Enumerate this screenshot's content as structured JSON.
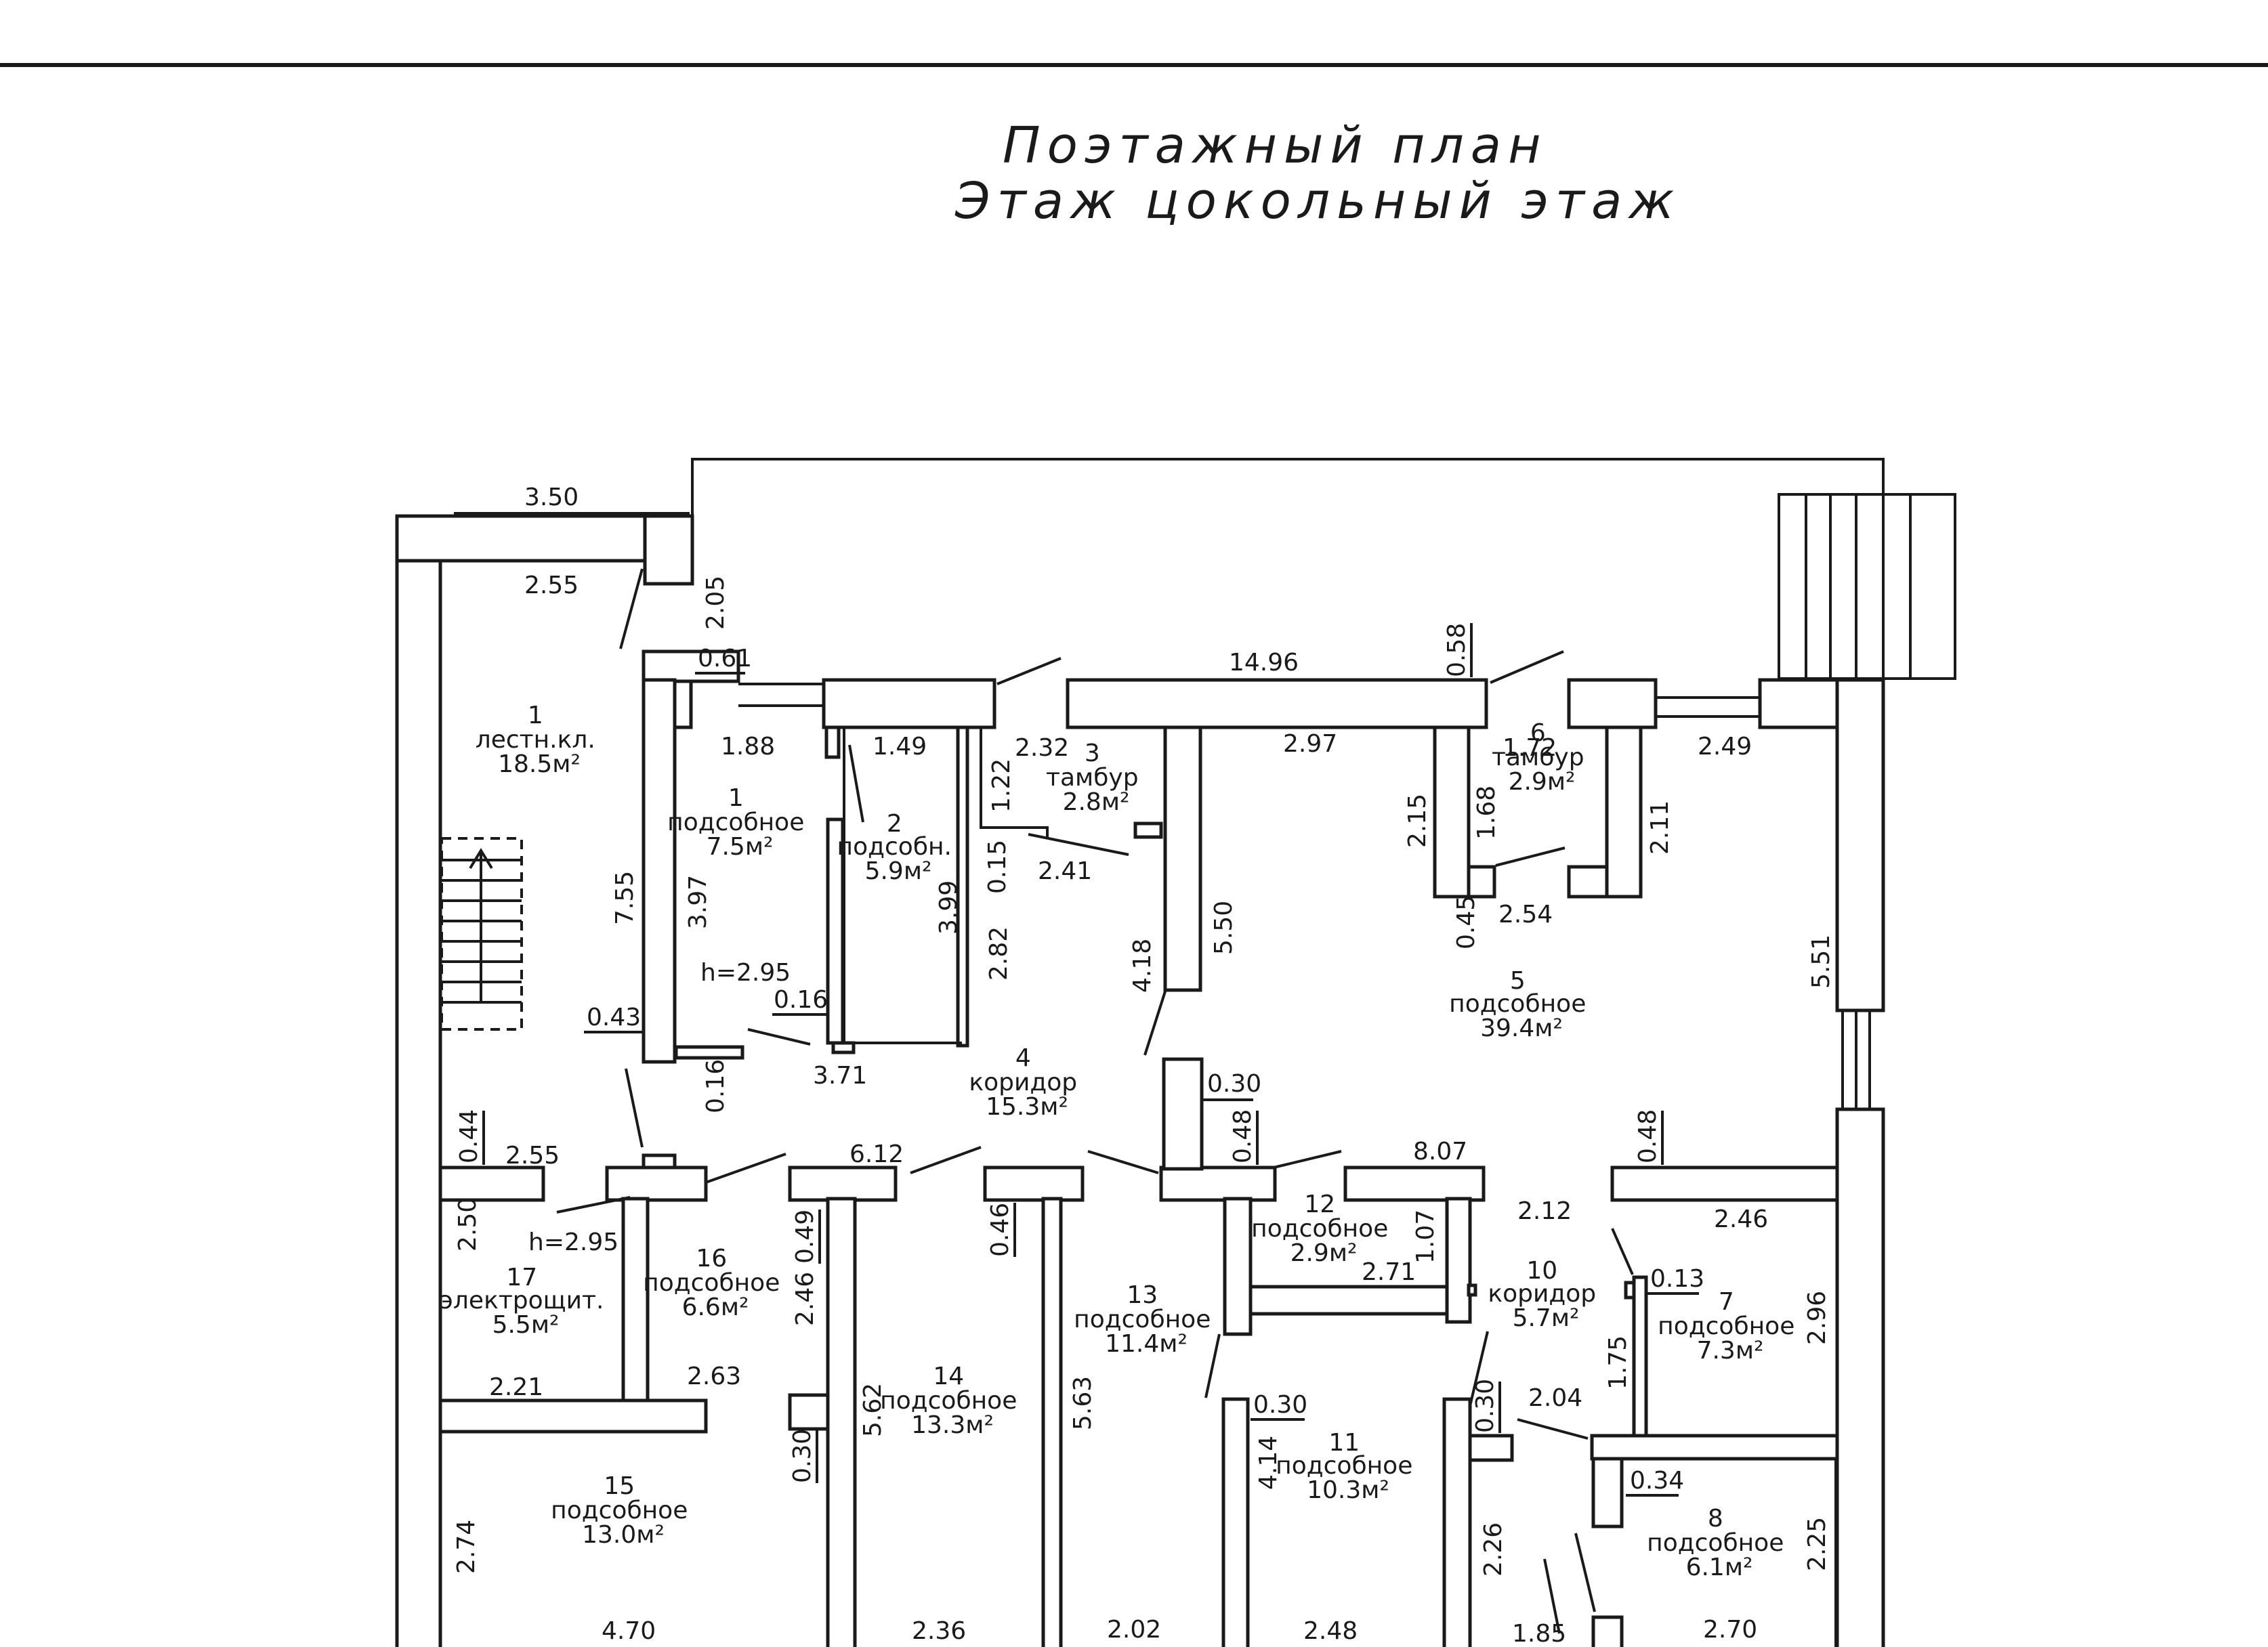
{
  "title": {
    "line1": "Поэтажный план",
    "line2": "Этаж цокольный этаж"
  },
  "rooms": [
    {
      "id": "r1s",
      "lines": [
        "1",
        "лестн.кл.",
        "18.5м²"
      ]
    },
    {
      "id": "r1",
      "lines": [
        "1",
        "подсобное",
        "7.5м²"
      ]
    },
    {
      "id": "r2",
      "lines": [
        "2",
        "подсобн.",
        "5.9м²"
      ]
    },
    {
      "id": "r3",
      "lines": [
        "3",
        "тамбур",
        "2.8м²"
      ]
    },
    {
      "id": "r4",
      "lines": [
        "4",
        "коридор",
        "15.3м²"
      ]
    },
    {
      "id": "r5",
      "lines": [
        "5",
        "подсобное",
        "39.4м²"
      ]
    },
    {
      "id": "r6",
      "lines": [
        "6",
        "тамбур",
        "2.9м²"
      ]
    },
    {
      "id": "r7",
      "lines": [
        "7",
        "подсобное",
        "7.3м²"
      ]
    },
    {
      "id": "r8",
      "lines": [
        "8",
        "подсобное",
        "6.1м²"
      ]
    },
    {
      "id": "r10",
      "lines": [
        "10",
        "коридор",
        "5.7м²"
      ]
    },
    {
      "id": "r11",
      "lines": [
        "11",
        "подсобное",
        "10.3м²"
      ]
    },
    {
      "id": "r12",
      "lines": [
        "12",
        "подсобное",
        "2.9м²"
      ]
    },
    {
      "id": "r13",
      "lines": [
        "13",
        "подсобное",
        "11.4м²"
      ]
    },
    {
      "id": "r14",
      "lines": [
        "14",
        "подсобное",
        "13.3м²"
      ]
    },
    {
      "id": "r15",
      "lines": [
        "15",
        "подсобное",
        "13.0м²"
      ]
    },
    {
      "id": "r16",
      "lines": [
        "16",
        "подсобное",
        "6.6м²"
      ]
    },
    {
      "id": "r17",
      "lines": [
        "17",
        "электрощит.",
        "5.5м²"
      ]
    }
  ],
  "dims": {
    "d350": "3.50",
    "d255a": "2.55",
    "d205": "2.05",
    "d061": "0.61",
    "d188": "1.88",
    "d149": "1.49",
    "d232": "2.32",
    "d122": "1.22",
    "d1496": "14.96",
    "d058": "0.58",
    "d297": "2.97",
    "d172": "1.72",
    "d249": "2.49",
    "d215": "2.15",
    "d168": "1.68",
    "d211": "2.11",
    "d755": "7.55",
    "d397": "3.97",
    "d399": "3.99",
    "d015": "0.15",
    "d241": "2.41",
    "d282": "2.82",
    "d418": "4.18",
    "d550": "5.50",
    "d045": "0.45",
    "d254": "2.54",
    "d551": "5.51",
    "h295a": "h=2.95",
    "d016a": "0.16",
    "d043": "0.43",
    "d371": "3.71",
    "d016b": "0.16",
    "d030a": "0.30",
    "d048a": "0.48",
    "d048b": "0.48",
    "d044": "0.44",
    "d255b": "2.55",
    "d612": "6.12",
    "d807": "8.07",
    "d212": "2.12",
    "d246a": "2.46",
    "d250": "2.50",
    "h295b": "h=2.95",
    "d049": "0.49",
    "d046": "0.46",
    "d107": "1.07",
    "d271": "2.71",
    "d013": "0.13",
    "d246b": "2.46",
    "d296": "2.96",
    "d221": "2.21",
    "d263": "2.63",
    "d562": "5.62",
    "d563": "5.63",
    "d175": "1.75",
    "d030b": "0.30",
    "d030c": "0.30",
    "d204": "2.04",
    "d414": "4.14",
    "d034": "0.34",
    "d030d": "0.30",
    "d274": "2.74",
    "d226": "2.26",
    "d225": "2.25",
    "d470": "4.70",
    "d236": "2.36",
    "d202": "2.02",
    "d248": "2.48",
    "d185": "1.85",
    "d270": "2.70"
  }
}
